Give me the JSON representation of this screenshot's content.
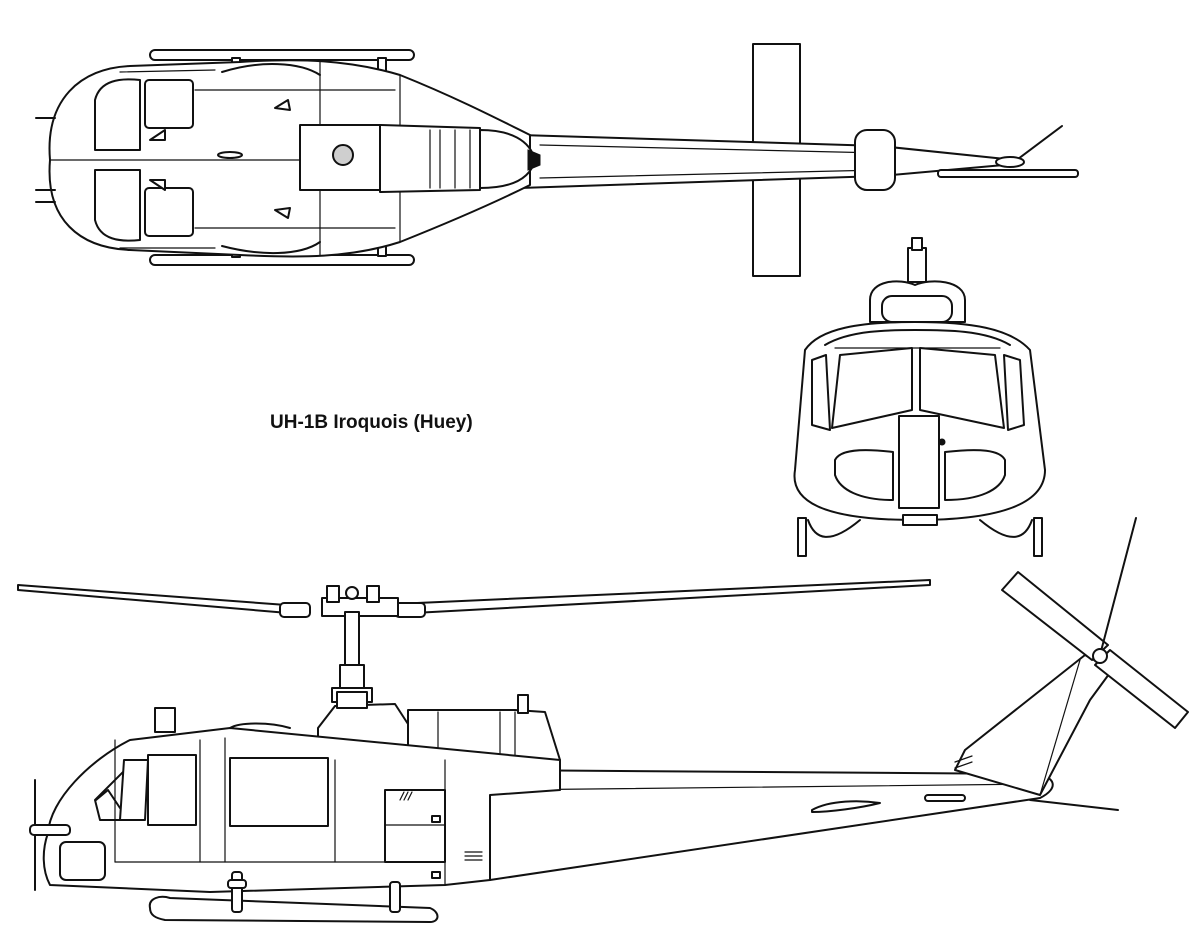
{
  "figure": {
    "title": "UH-1B Iroquois (Huey)",
    "views": [
      "top-view",
      "front-view",
      "side-view"
    ],
    "line_color": "#111111",
    "background_color": "#ffffff"
  }
}
